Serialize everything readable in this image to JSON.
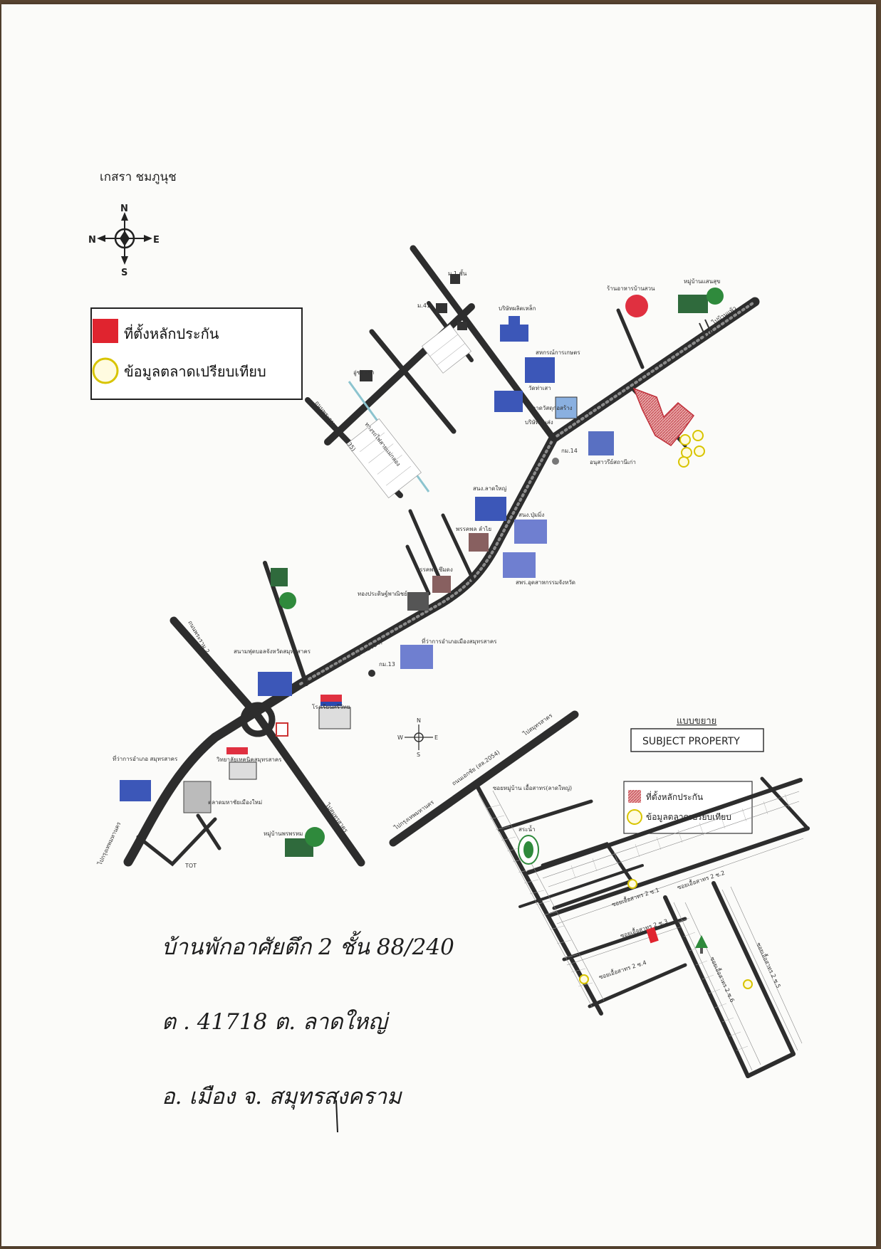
{
  "author": "เกสรา ชมภูนุช",
  "compass": {
    "n": "N",
    "s": "S",
    "e": "E",
    "w": "N"
  },
  "legend": {
    "subject": "ที่ตั้งหลักประกัน",
    "comparable": "ข้อมูลตลาดเปรียบเทียบ"
  },
  "colors": {
    "road": "#2b2b2b",
    "subject": "#e0303a",
    "comparable": "#e3d61a",
    "building": "#3c57b8",
    "park": "#2f8a3c"
  },
  "main_map": {
    "main_road": "ถนนเอกชัย (สล.2054)",
    "main_road_2": "ถนนเอกชัย (สล.2054)",
    "to_east": "ไปบ้านแพ้ว",
    "to_south": "ไปสมุทรสาคร",
    "to_bangkok": "ไปกรุงเทพมหานคร",
    "side_road": "ถนนพระราม 2",
    "rail": "ทางรถไฟสายแม่กลอง",
    "tot": "TOT",
    "km14": "กม.14",
    "km13": "กม.13",
    "places": [
      "ม.1 ชั้น",
      "ม.41",
      "อู่ซ่อมรถ",
      "บริษัทผลิตเหล็ก",
      "สหกรณ์การเกษตร",
      "วัดท่าเสา",
      "ร้านอาหารบ้านสวน",
      "หมู่บ้านแสนสุข",
      "บริษัทขนส่ง",
      "ตลาดวัสดุก่อสร้าง",
      "อนุสาวรีย์สถานีเก่า",
      "สนง.ลาดใหญ่",
      "สนง.ปุ่มมิ่ง",
      "พรรคพล ลำไย",
      "พรรคพล ซึมดง",
      "สพร.อุตสาหกรรมจังหวัด",
      "ทองประดิษฐ์พาณิชย์",
      "ที่ว่าการอำเภอเมืองสมุทรสาคร",
      "สนามฟุตบอลจังหวัดสมุทรสาคร",
      "โรงเรียนศรีวิทย",
      "ที่ว่าการอำเภอ สมุทรสาคร",
      "วิทยาลัยเทคนิคสมุทรสาคร",
      "ตลาดมหาชัยเมืองใหม่",
      "หมู่บ้านพรพรหม",
      "ถนนพระราม 2 (สาย 35)"
    ]
  },
  "inset": {
    "heading": "แบบขยาย",
    "title": "SUBJECT PROPERTY",
    "road": "ถนนเอกชัย (สล.2054)",
    "to_bangkok": "ไปกรุงเทพมหานคร",
    "to_samut": "ไปสมุทรสาคร",
    "village": "ซอยหมู่บ้าน เอื้อสาทร(ลาดใหญ่)",
    "pond": "สระน้ำ",
    "street_labels": [
      "ซอยเอื้อสาทร 2 ซ.1",
      "ซอยเอื้อสาทร 2 ซ.2",
      "ซอยเอื้อสาทร 2 ซ.3",
      "ซอยเอื้อสาทร 2 ซ.4",
      "ซอยเอื้อสาทร 2 ซ.5",
      "ซอยเอื้อสาทร 2 ซ.6"
    ],
    "legend_subject": "ที่ตั้งหลักประกัน",
    "legend_comparable": "ข้อมูลตลาดเปรียบเทียบ"
  },
  "notes": {
    "line1": "บ้านพักอาศัยตึก 2 ชั้น  88/240",
    "line2": "ต . 41718   ต. ลาดใหญ่",
    "line3": "อ. เมือง   จ. สมุทรสงคราม"
  }
}
